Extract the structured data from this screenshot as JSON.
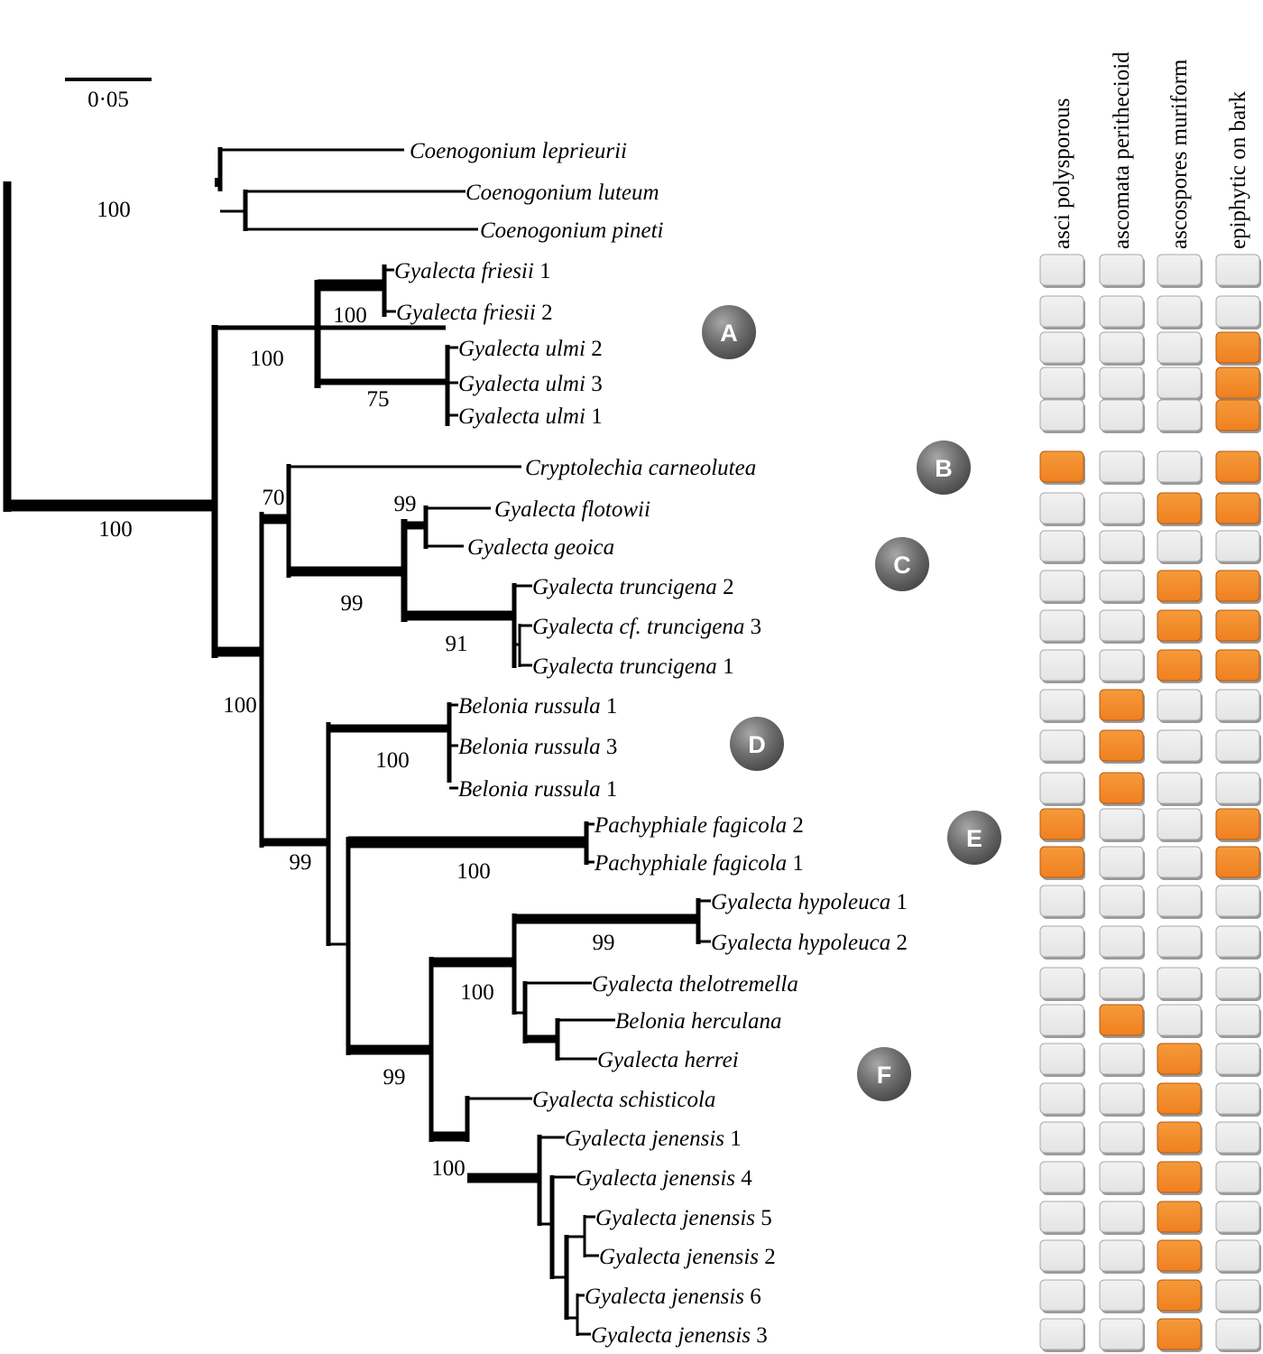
{
  "scale_bar": {
    "label": "0·05"
  },
  "trait_columns": [
    {
      "header": "asci polysporous"
    },
    {
      "header": "ascomata perithecioid"
    },
    {
      "header": "ascospores muriform"
    },
    {
      "header": "epiphytic on bark"
    }
  ],
  "colors": {
    "present": "#f08020",
    "absent": "#e4e4e4",
    "branch": "#000000",
    "clade_badge": "#6e6e6e"
  },
  "taxa": [
    {
      "name": "Coenogonium leprieurii",
      "num": "",
      "traits": []
    },
    {
      "name": "Coenogonium luteum",
      "num": "",
      "traits": []
    },
    {
      "name": "Coenogonium pineti",
      "num": "",
      "traits": []
    },
    {
      "name": "Gyalecta friesii",
      "num": "1",
      "traits": [
        0,
        0,
        0,
        0
      ]
    },
    {
      "name": "Gyalecta friesii",
      "num": "2",
      "traits": [
        0,
        0,
        0,
        0
      ]
    },
    {
      "name": "Gyalecta ulmi",
      "num": "2",
      "traits": [
        0,
        0,
        0,
        1
      ]
    },
    {
      "name": "Gyalecta ulmi",
      "num": "3",
      "traits": [
        0,
        0,
        0,
        1
      ]
    },
    {
      "name": "Gyalecta ulmi",
      "num": "1",
      "traits": [
        0,
        0,
        0,
        1
      ]
    },
    {
      "name": "Cryptolechia carneolutea",
      "num": "",
      "traits": [
        1,
        0,
        0,
        1
      ]
    },
    {
      "name": "Gyalecta flotowii",
      "num": "",
      "traits": [
        0,
        0,
        1,
        1
      ]
    },
    {
      "name": "Gyalecta geoica",
      "num": "",
      "traits": [
        0,
        0,
        0,
        0
      ]
    },
    {
      "name": "Gyalecta truncigena",
      "num": "2",
      "traits": [
        0,
        0,
        1,
        1
      ]
    },
    {
      "name": "Gyalecta cf. truncigena",
      "num": "3",
      "traits": [
        0,
        0,
        1,
        1
      ]
    },
    {
      "name": "Gyalecta truncigena",
      "num": "1",
      "traits": [
        0,
        0,
        1,
        1
      ]
    },
    {
      "name": "Belonia russula",
      "num": "1",
      "traits": [
        0,
        1,
        0,
        0
      ]
    },
    {
      "name": "Belonia russula",
      "num": "3",
      "traits": [
        0,
        1,
        0,
        0
      ]
    },
    {
      "name": "Belonia russula",
      "num": "1",
      "traits": [
        0,
        1,
        0,
        0
      ]
    },
    {
      "name": "Pachyphiale fagicola",
      "num": "2",
      "traits": [
        1,
        0,
        0,
        1
      ]
    },
    {
      "name": "Pachyphiale fagicola",
      "num": "1",
      "traits": [
        1,
        0,
        0,
        1
      ]
    },
    {
      "name": "Gyalecta hypoleuca",
      "num": "1",
      "traits": [
        0,
        0,
        0,
        0
      ]
    },
    {
      "name": "Gyalecta hypoleuca",
      "num": "2",
      "traits": [
        0,
        0,
        0,
        0
      ]
    },
    {
      "name": "Gyalecta thelotremella",
      "num": "",
      "traits": [
        0,
        0,
        0,
        0
      ]
    },
    {
      "name": "Belonia herculana",
      "num": "",
      "traits": [
        0,
        1,
        0,
        0
      ]
    },
    {
      "name": "Gyalecta herrei",
      "num": "",
      "traits": [
        0,
        0,
        1,
        0
      ]
    },
    {
      "name": "Gyalecta schisticola",
      "num": "",
      "traits": [
        0,
        0,
        1,
        0
      ]
    },
    {
      "name": "Gyalecta jenensis",
      "num": "1",
      "traits": [
        0,
        0,
        1,
        0
      ]
    },
    {
      "name": "Gyalecta jenensis",
      "num": "4",
      "traits": [
        0,
        0,
        1,
        0
      ]
    },
    {
      "name": "Gyalecta jenensis",
      "num": "5",
      "traits": [
        0,
        0,
        1,
        0
      ]
    },
    {
      "name": "Gyalecta jenensis",
      "num": "2",
      "traits": [
        0,
        0,
        1,
        0
      ]
    },
    {
      "name": "Gyalecta jenensis",
      "num": "6",
      "traits": [
        0,
        0,
        1,
        0
      ]
    },
    {
      "name": "Gyalecta jenensis",
      "num": "3",
      "traits": [
        0,
        0,
        1,
        0
      ]
    }
  ],
  "support_values": [
    "100",
    "100",
    "100",
    "100",
    "75",
    "70",
    "99",
    "99",
    "91",
    "100",
    "100",
    "99",
    "100",
    "99",
    "100",
    "99",
    "100"
  ],
  "clades": [
    "A",
    "B",
    "C",
    "D",
    "E",
    "F"
  ]
}
